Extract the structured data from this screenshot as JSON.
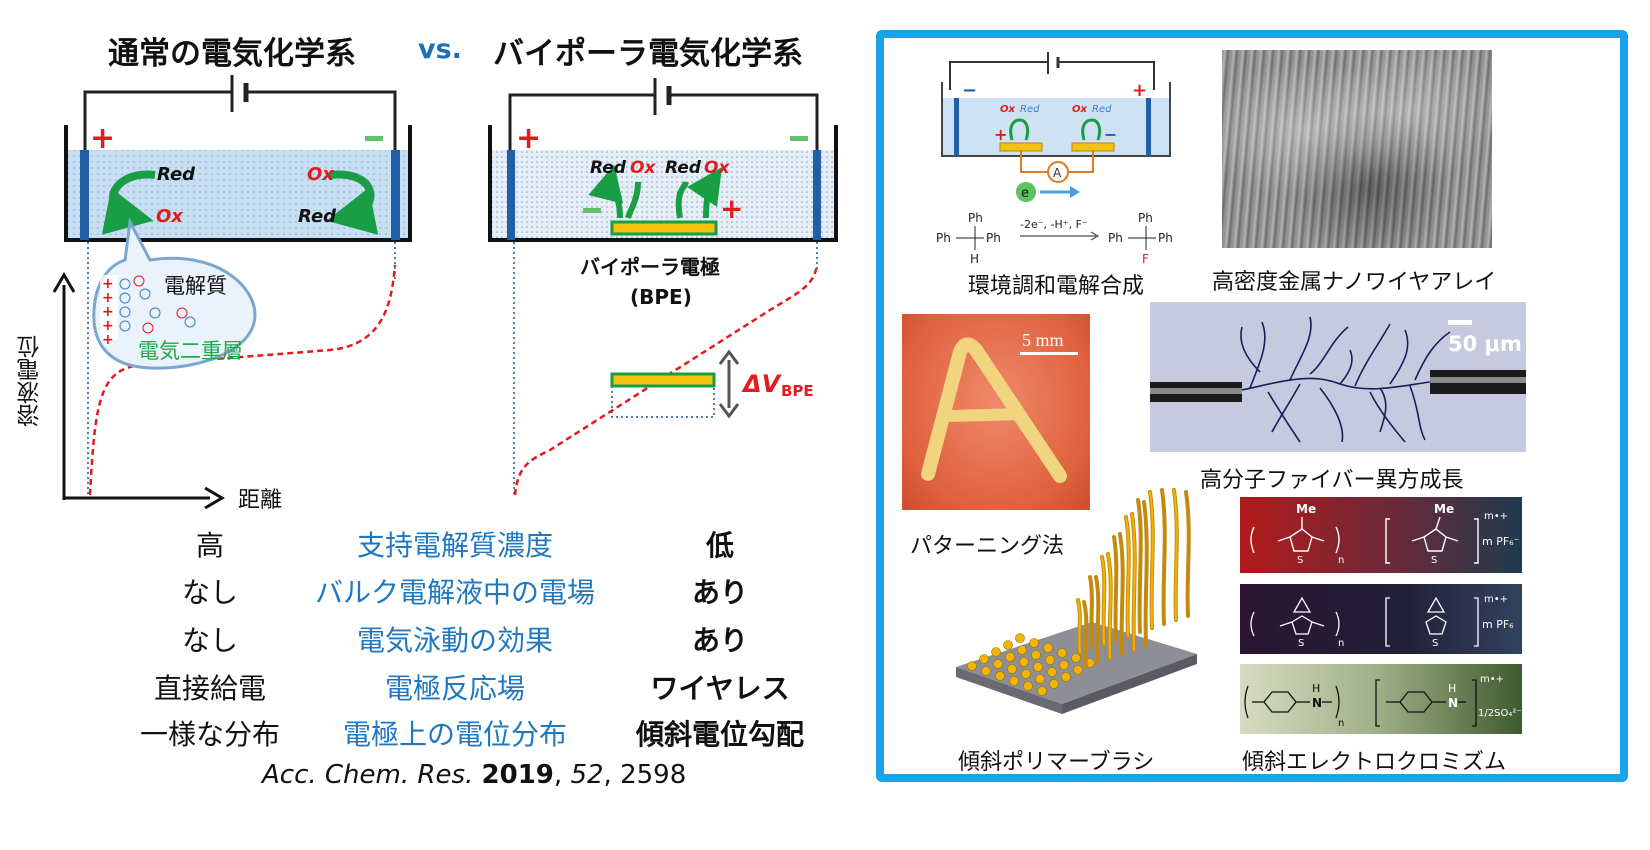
{
  "left": {
    "title_conventional": "通常の電気化学系",
    "vs_label": "vs.",
    "title_bipolar": "バイポーラ電気化学系",
    "conventional": {
      "plus": "+",
      "minus": "−",
      "red_left": "Red",
      "ox_left": "Ox",
      "ox_right": "Ox",
      "red_right": "Red",
      "electrolyte_label": "電解質",
      "double_layer_label": "電気二重層",
      "y_axis_label": "溶液電位",
      "x_axis_label": "距離"
    },
    "bipolar": {
      "plus": "+",
      "minus": "−",
      "red1": "Red",
      "ox1": "Ox",
      "red2": "Red",
      "ox2": "Ox",
      "bpe_minus": "−",
      "bpe_plus": "+",
      "bpe_label": "バイポーラ電極",
      "bpe_abbr": "(BPE)",
      "delta_v": "ΔV",
      "delta_v_sub": "BPE"
    },
    "comparison": [
      {
        "conventional": "高",
        "property": "支持電解質濃度",
        "bipolar": "低"
      },
      {
        "conventional": "なし",
        "property": "バルク電解液中の電場",
        "bipolar": "あり"
      },
      {
        "conventional": "なし",
        "property": "電気泳動の効果",
        "bipolar": "あり"
      },
      {
        "conventional": "直接給電",
        "property": "電極反応場",
        "bipolar": "ワイヤレス"
      },
      {
        "conventional": "一様な分布",
        "property": "電極上の電位分布",
        "bipolar": "傾斜電位勾配"
      }
    ],
    "citation": {
      "journal": "Acc. Chem. Res.",
      "year": "2019",
      "volume": "52",
      "pages": "2598"
    }
  },
  "right": {
    "border_color": "#1aa3e8",
    "panels": [
      {
        "id": "electrosynthesis",
        "label": "環境調和電解合成",
        "cell_minus": "−",
        "cell_plus": "+",
        "ox_a": "Ox",
        "red_a": "Red",
        "ox_b": "Ox",
        "red_b": "Red",
        "bpe_plus": "+",
        "bpe_minus": "−",
        "ammeter": "A",
        "electron": "e",
        "reaction_condition": "-2e⁻, -H⁺, F⁻",
        "ph": "Ph",
        "h": "H",
        "f": "F"
      },
      {
        "id": "nanowire",
        "label": "高密度金属ナノワイヤアレイ"
      },
      {
        "id": "patterning",
        "label": "パターニング法",
        "scale": "5 mm",
        "letter": "A"
      },
      {
        "id": "fiber",
        "label": "高分子ファイバー異方成長",
        "scale": "50 μm"
      },
      {
        "id": "brush",
        "label": "傾斜ポリマーブラシ"
      },
      {
        "id": "electrochromism",
        "label": "傾斜エレクトロクロミズム",
        "strip1": {
          "me_left": "Me",
          "me_right": "Me",
          "charge": "m•+",
          "counter": "m PF₆⁻",
          "s": "S",
          "n": "n"
        },
        "strip2": {
          "charge": "m•+",
          "counter": "m PF₆",
          "s": "S",
          "n": "n"
        },
        "strip3": {
          "nh": "H",
          "n_atom": "N",
          "charge": "m•+",
          "counter": "1/2SO₄²⁻",
          "n": "n"
        }
      }
    ]
  }
}
